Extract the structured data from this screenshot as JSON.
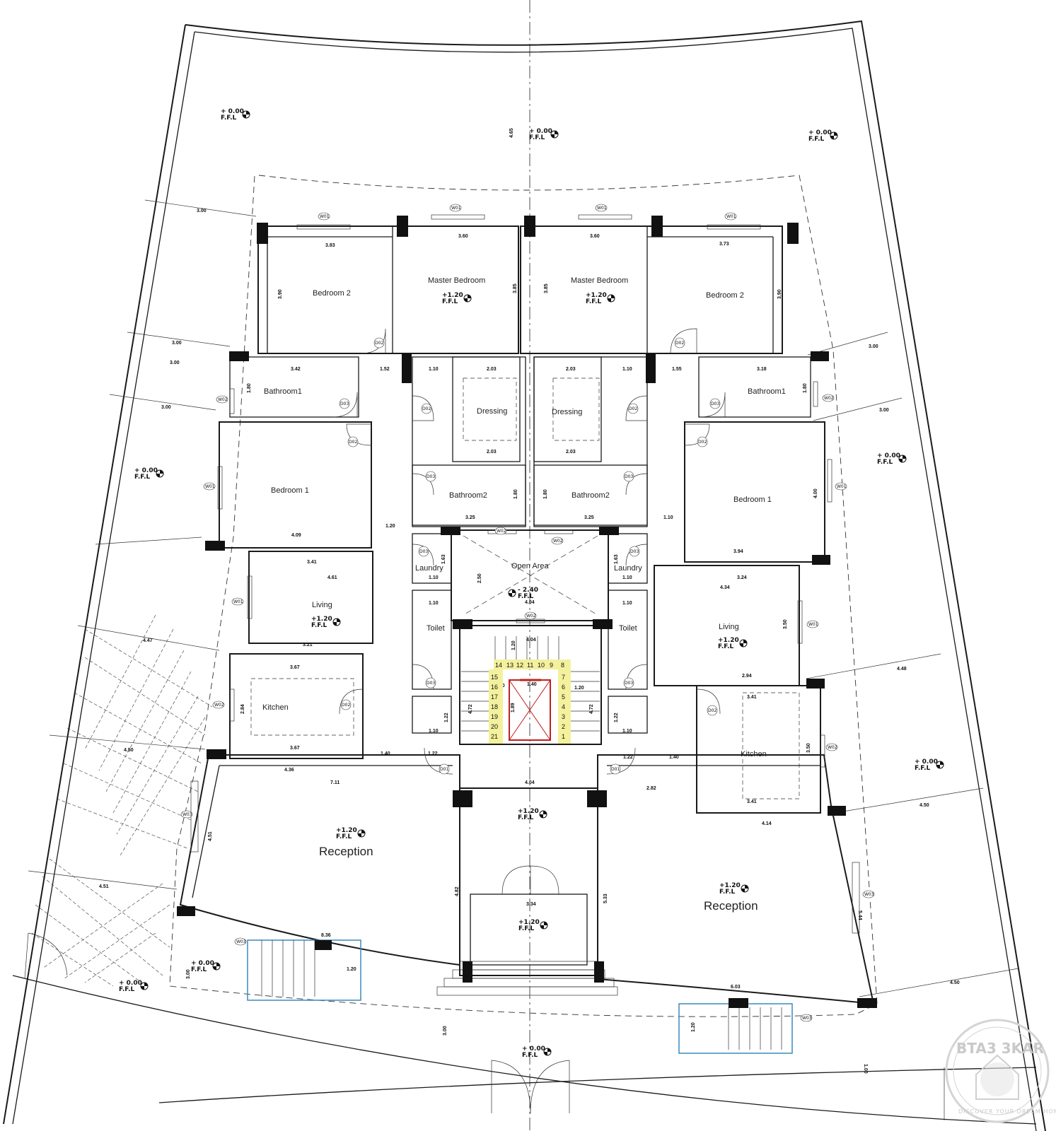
{
  "rooms": {
    "bedroom2_left": "Bedroom 2",
    "master_left": "Master Bedroom",
    "master_right": "Master Bedroom",
    "bedroom2_right": "Bedroom 2",
    "bathroom1_left": "Bathroom1",
    "bathroom1_right": "Bathroom1",
    "dressing_left": "Dressing",
    "dressing_right": "Dressing",
    "bedroom1_left": "Bedroom 1",
    "bedroom1_right": "Bedroom 1",
    "bathroom2_left": "Bathroom2",
    "bathroom2_right": "Bathroom2",
    "laundry_left": "Laundry",
    "laundry_right": "Laundry",
    "open_area": "Open Area",
    "living_left": "Living",
    "living_right": "Living",
    "toilet_left": "Toilet",
    "toilet_right": "Toilet",
    "kitchen_left": "Kitchen",
    "kitchen_right": "Kitchen",
    "reception_left": "Reception",
    "reception_right": "Reception"
  },
  "levels": {
    "plus_120": "+1.20",
    "plus_000": "+ 0.00",
    "minus_240": "- 2.40",
    "ffl": "F.F.L"
  },
  "tags": {
    "w01": "W01",
    "w02": "W02",
    "w03": "W03",
    "d01": "D01",
    "d02": "D02",
    "d03": "D03"
  },
  "dimensions": {
    "top_axis": "4.65",
    "setback_300": "3.00",
    "d383": "3.83",
    "d360": "3.60",
    "d373": "3.73",
    "d390": "3.90",
    "d385": "3.85",
    "d342": "3.42",
    "d152": "1.52",
    "d110": "1.10",
    "d203": "2.03",
    "d155": "1.55",
    "d318": "3.18",
    "d180": "1.80",
    "d325": "3.25",
    "d409": "4.09",
    "d120": "1.20",
    "d394": "3.94",
    "d400": "4.00",
    "d341": "3.41",
    "d461": "4.61",
    "d324": "3.24",
    "d434": "4.34",
    "d250": "2.50",
    "d404": "4.04",
    "d163": "1.63",
    "d321": "3.21",
    "d350": "3.50",
    "d294": "2.94",
    "d447": "4.47",
    "d448": "4.48",
    "d367": "3.67",
    "d284": "2.84",
    "d122": "1.22",
    "d472": "4.72",
    "d140": "1.40",
    "d450": "4.50",
    "d436": "4.36",
    "d711": "7.11",
    "d282": "2.82",
    "d414": "4.14",
    "d451": "4.51",
    "d482": "4.82",
    "d533": "5.33",
    "d334": "3.34",
    "d544": "5.44",
    "d451b": "4.51",
    "d836": "8.36",
    "d603": "6.03",
    "d100": "1.00",
    "d189": "1.89"
  },
  "stairs": {
    "top_row": [
      "14",
      "13",
      "12",
      "11",
      "10",
      "9",
      "8"
    ],
    "left_col": [
      "15",
      "16",
      "17",
      "18",
      "19",
      "20",
      "21"
    ],
    "right_col": [
      "7",
      "6",
      "5",
      "4",
      "3",
      "2",
      "1"
    ]
  },
  "watermark": {
    "brand": "BTA3 3KAR",
    "tagline": "DISCOVER YOUR DREAM HOME"
  }
}
